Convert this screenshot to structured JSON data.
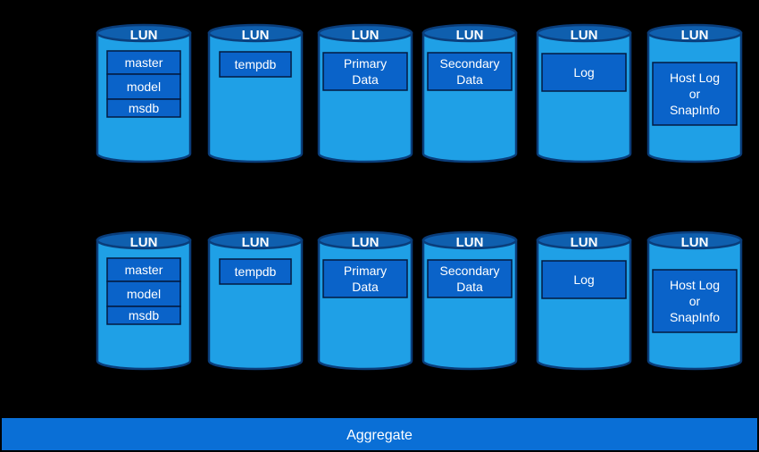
{
  "diagram": {
    "rows": [
      {
        "luns": [
          {
            "label": "LUN",
            "files": [
              "master",
              "model",
              "msdb"
            ]
          },
          {
            "label": "LUN",
            "files": [
              "tempdb"
            ]
          },
          {
            "label": "LUN",
            "files": [
              "Primary\nData"
            ]
          },
          {
            "label": "LUN",
            "files": [
              "Secondary\nData"
            ]
          },
          {
            "label": "LUN",
            "files": [
              "Log"
            ]
          },
          {
            "label": "LUN",
            "files": [
              "Host Log\nor\nSnapInfo"
            ]
          }
        ]
      },
      {
        "luns": [
          {
            "label": "LUN",
            "files": [
              "master",
              "model",
              "msdb"
            ]
          },
          {
            "label": "LUN",
            "files": [
              "tempdb"
            ]
          },
          {
            "label": "LUN",
            "files": [
              "Primary\nData"
            ]
          },
          {
            "label": "LUN",
            "files": [
              "Secondary\nData"
            ]
          },
          {
            "label": "LUN",
            "files": [
              "Log"
            ]
          },
          {
            "label": "LUN",
            "files": [
              "Host Log\nor\nSnapInfo"
            ]
          }
        ]
      }
    ],
    "aggregate_label": "Aggregate",
    "colors": {
      "background": "#000000",
      "cylinder_body": "#1fa0e6",
      "cylinder_top": "#0f5fae",
      "cylinder_outline": "#0a3d7a",
      "file_box": "#0a63c9",
      "file_box_border": "#031a40",
      "aggregate_bar": "#0a6fd6",
      "text": "#ffffff"
    }
  }
}
